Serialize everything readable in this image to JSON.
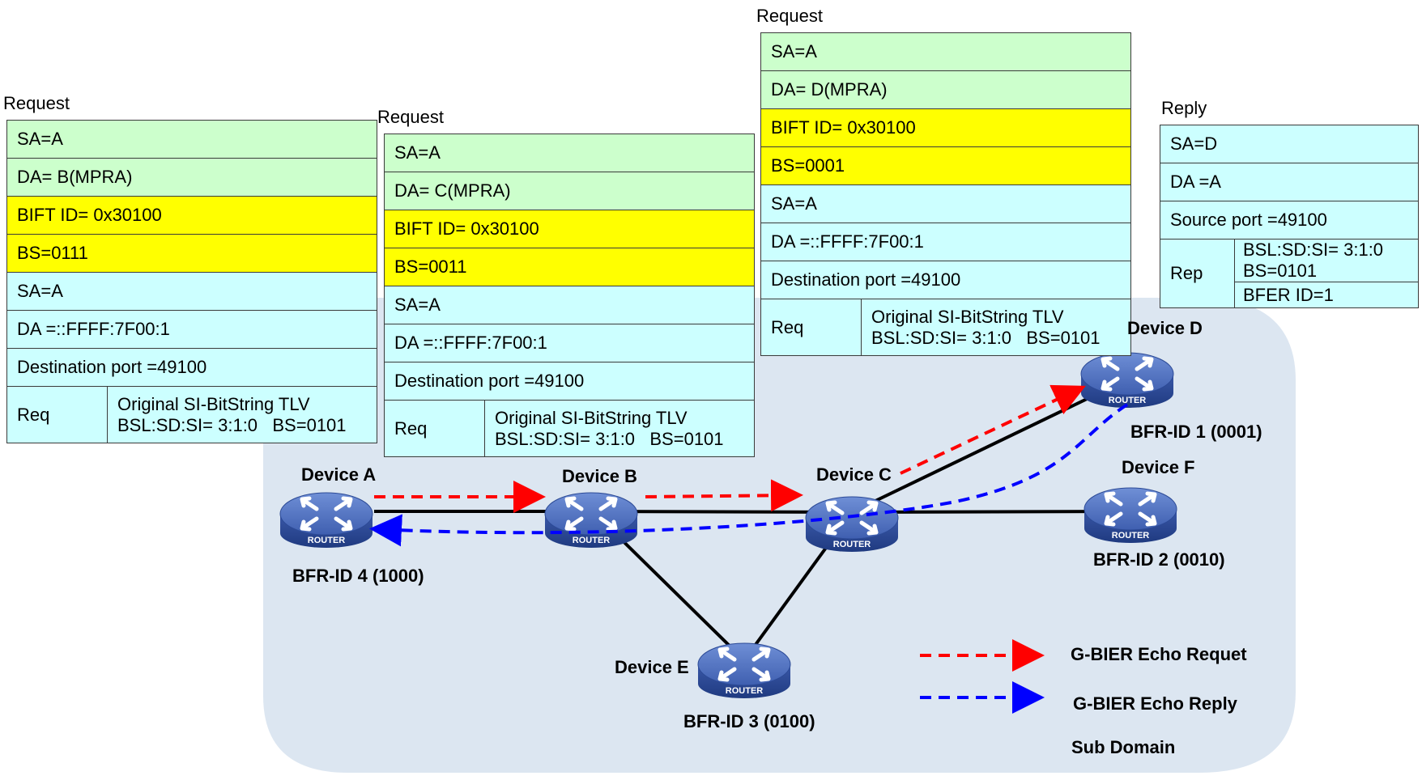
{
  "request1": {
    "caption": "Request",
    "sa": "SA=A",
    "da": "DA= B(MPRA)",
    "bift": "BIFT ID= 0x30100",
    "bs": "BS=0111",
    "sa2": "SA=A",
    "da2": "DA =::FFFF:7F00:1",
    "port": "Destination port =49100",
    "req": "Req",
    "tlv1": "Original SI-BitString TLV",
    "tlv2": "BSL:SD:SI= 3:1:0   BS=0101"
  },
  "request2": {
    "caption": "Request",
    "sa": "SA=A",
    "da": "DA= C(MPRA)",
    "bift": "BIFT ID= 0x30100",
    "bs": "BS=0011",
    "sa2": "SA=A",
    "da2": "DA =::FFFF:7F00:1",
    "port": "Destination port =49100",
    "req": "Req",
    "tlv1": "Original SI-BitString TLV",
    "tlv2": "BSL:SD:SI= 3:1:0   BS=0101"
  },
  "request3": {
    "caption": "Request",
    "sa": "SA=A",
    "da": "DA= D(MPRA)",
    "bift": "BIFT ID= 0x30100",
    "bs": "BS=0001",
    "sa2": "SA=A",
    "da2": "DA =::FFFF:7F00:1",
    "port": "Destination port =49100",
    "req": "Req",
    "tlv1": "Original SI-BitString TLV",
    "tlv2": "BSL:SD:SI= 3:1:0   BS=0101"
  },
  "reply": {
    "caption": "Reply",
    "sa": "SA=D",
    "da": "DA =A",
    "port": "Source port =49100",
    "rep": "Rep",
    "bsl": "BSL:SD:SI= 3:1:0",
    "bs": "BS=0101",
    "bfer": "BFER ID=1"
  },
  "devices": {
    "a": {
      "name": "Device A",
      "bfr": "BFR-ID 4 (1000)"
    },
    "b": {
      "name": "Device B"
    },
    "c": {
      "name": "Device C"
    },
    "d": {
      "name": "Device D",
      "bfr": "BFR-ID 1 (0001)"
    },
    "e": {
      "name": "Device E",
      "bfr": "BFR-ID 3 (0100)"
    },
    "f": {
      "name": "Device F",
      "bfr": "BFR-ID 2 (0010)"
    }
  },
  "router_label": "ROUTER",
  "legend": {
    "request": "G-BIER Echo Requet",
    "reply": "G-BIER Echo Reply",
    "subdomain": "Sub Domain"
  },
  "colors": {
    "request_arrow": "#ff0000",
    "reply_arrow": "#0000ff",
    "subdomain_fill": "#dce6f1",
    "router_fill": "#3f5fb0",
    "green_row": "#ccffcc",
    "yellow_row": "#ffff00",
    "cyan_row": "#ccffff"
  }
}
